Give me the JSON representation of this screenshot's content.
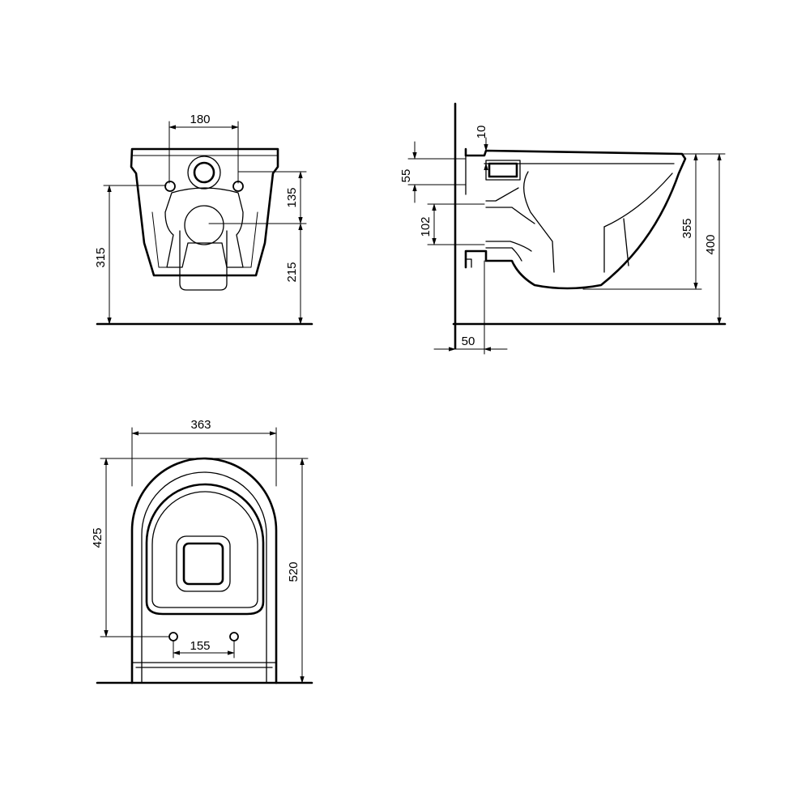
{
  "front_view": {
    "dim_width_between_fixings": "180",
    "dim_fixing_to_outlet": "135",
    "dim_outlet_height": "215",
    "dim_fixing_height": "315"
  },
  "side_view": {
    "dim_top_offset": "10",
    "dim_inlet_height": "55",
    "dim_outlet_height": "102",
    "dim_bowl_height": "355",
    "dim_total_height": "400",
    "dim_wall_offset": "50"
  },
  "top_view": {
    "dim_width": "363",
    "dim_bowl_length": "425",
    "dim_total_length": "520",
    "dim_fixing_spacing": "155"
  }
}
